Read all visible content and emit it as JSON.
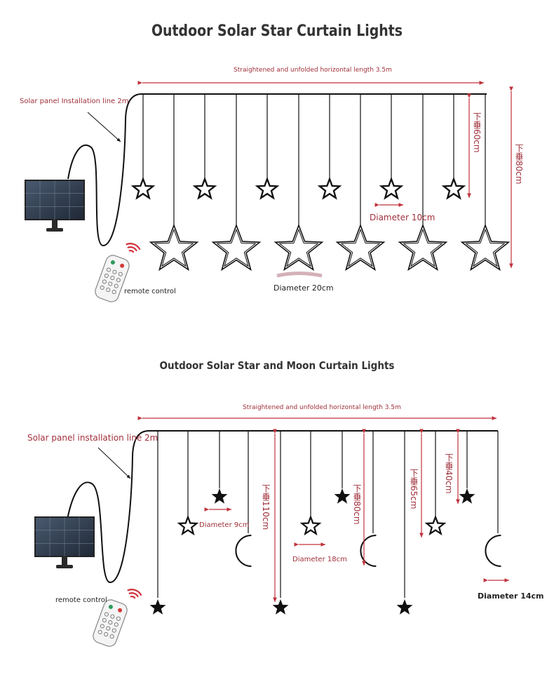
{
  "top": {
    "title": "Outdoor Solar Star Curtain Lights",
    "length_label": "Straightened and unfolded horizontal length 3.5m",
    "panel_line_label": "Solar panel Installation line 2m",
    "drop_short_label": "下垂60cm",
    "drop_long_label": "下垂80cm",
    "small_diameter_label": "Diameter 10cm",
    "large_diameter_label": "Diameter 20cm",
    "remote_label": "remote control"
  },
  "bottom": {
    "title": "Outdoor Solar Star and Moon Curtain Lights",
    "length_label": "Straightened and unfolded horizontal length 3.5m",
    "panel_line_label": "Solar panel installation line 2m",
    "drop_110_label": "下垂110cm",
    "drop_80_label": "下垂80cm",
    "drop_65_label": "下垂65cm",
    "drop_40_label": "下垂40cm",
    "diameter_9_label": "Diameter 9cm",
    "diameter_18_label": "Diameter 18cm",
    "diameter_14_label": "Diameter 14cm",
    "remote_label": "remote control"
  },
  "colors": {
    "accent_red": "#c0323c",
    "line": "#111111",
    "panel": "#3b4a5e"
  },
  "icons": [
    "solar-panel-icon",
    "remote-control-icon",
    "wireless-signal-icon",
    "star-icon",
    "moon-icon"
  ]
}
